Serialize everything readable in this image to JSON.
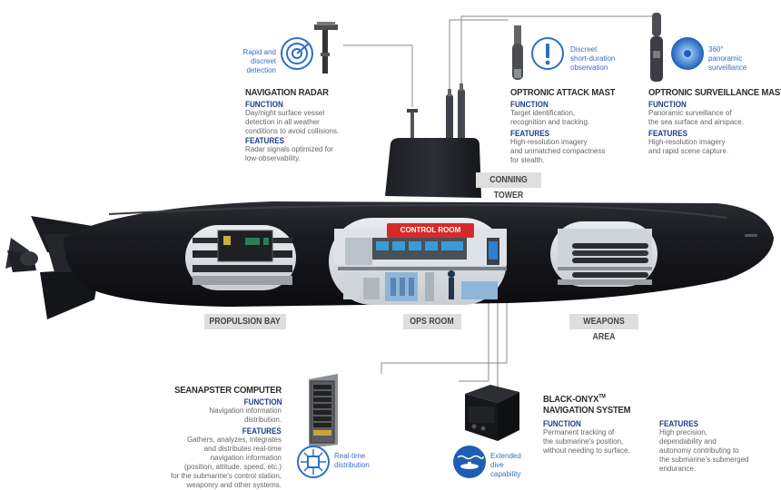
{
  "radar": {
    "icon_caption": [
      "Rapid and",
      "discreet",
      "detection"
    ],
    "title": "NAVIGATION RADAR",
    "function_label": "FUNCTION",
    "function_text": [
      "Day/night surface vessel",
      "detection in all weather",
      "conditions to avoid collisions."
    ],
    "features_label": "FEATURES",
    "features_text": [
      "Radar signals optimized for",
      "low-observability."
    ]
  },
  "attack_mast": {
    "icon_caption": [
      "Discreet",
      "short-duration",
      "observation"
    ],
    "title": "OPTRONIC ATTACK MAST",
    "function_label": "FUNCTION",
    "function_text": [
      "Target identification,",
      "recognition and tracking."
    ],
    "features_label": "FEATURES",
    "features_text": [
      "High-resolution imagery",
      "and unmatched compactness",
      "for stealth."
    ]
  },
  "surveillance_mast": {
    "icon_caption": [
      "360°",
      "panoramic",
      "surveillance"
    ],
    "title": "OPTRONIC SURVEILLANCE MAST",
    "function_label": "FUNCTION",
    "function_text": [
      "Panoramic surveillance of",
      "the sea surface and airspace."
    ],
    "features_label": "FEATURES",
    "features_text": [
      "High-resolution imagery",
      "and rapid scene capture."
    ]
  },
  "areas": {
    "conning_tower": "CONNING TOWER",
    "propulsion_bay": "PROPULSION BAY",
    "ops_room": "OPS ROOM",
    "weapons_area": "WEAPONS AREA",
    "control_room": "CONTROL ROOM"
  },
  "seanapster": {
    "title": "SEANAPSTER COMPUTER",
    "function_label": "FUNCTION",
    "function_text": [
      "Navigation information",
      "distribution."
    ],
    "features_label": "FEATURES",
    "features_text": [
      "Gathers, analyzes, integrates",
      "and distributes real-time",
      "navigation information",
      "(position, attitude, speed, etc.)",
      "for the submarine's control station,",
      "weaponry and other systems."
    ],
    "icon_caption": [
      "Real-time",
      "distribution"
    ]
  },
  "black_onyx": {
    "title_line1": "BLACK-ONYX",
    "trademark": "TM",
    "title_line2": "NAVIGATION SYSTEM",
    "function_label": "FUNCTION",
    "function_text": [
      "Permanent tracking of",
      "the submarine's position,",
      "without needing to surface."
    ],
    "features_label": "FEATURES",
    "features_text": [
      "High precision,",
      "dependability and",
      "autonomy contributing to",
      "the submarine's submerged",
      "endurance."
    ],
    "icon_caption": [
      "Extended",
      "dive",
      "capability"
    ]
  }
}
